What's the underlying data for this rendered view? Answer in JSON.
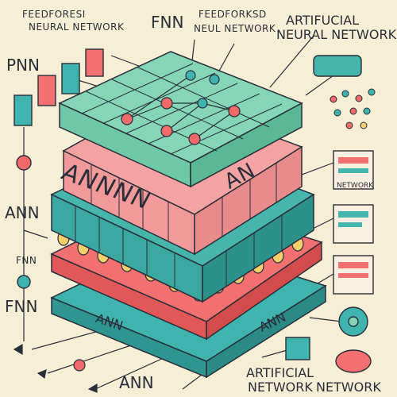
{
  "labels": {
    "top_left": [
      "FEEDFORESI",
      "NEURAL NETWORK"
    ],
    "top_center_big": "FNN",
    "top_center": [
      "FEEDFORKSD",
      "NEUL NETWORK"
    ],
    "top_right": [
      "ARTIFUCIAL",
      "NEURAL NETWORK"
    ],
    "left_pnn": "PNN",
    "left_ann": "ANN",
    "left_fnn_small": "FNN",
    "left_fnn": "FNN",
    "right_network": "NETWORK",
    "bottom_ann_left": "ANN",
    "bottom_ann_right": "ANN",
    "bottom_ann_center": "ANN",
    "bottom_right": [
      "ARTIFICIAL",
      "NETWORK",
      "NETWORK"
    ],
    "block_text": "ANNNN",
    "block_text_right": "AN"
  },
  "colors": {
    "background": "#f6efd6",
    "teal": "#7fd1b0",
    "teal_dark": "#3aa7a0",
    "pink": "#f29a9a",
    "red": "#f06a6a",
    "yellow": "#f4cf6a",
    "outline": "#2a2e3a"
  }
}
